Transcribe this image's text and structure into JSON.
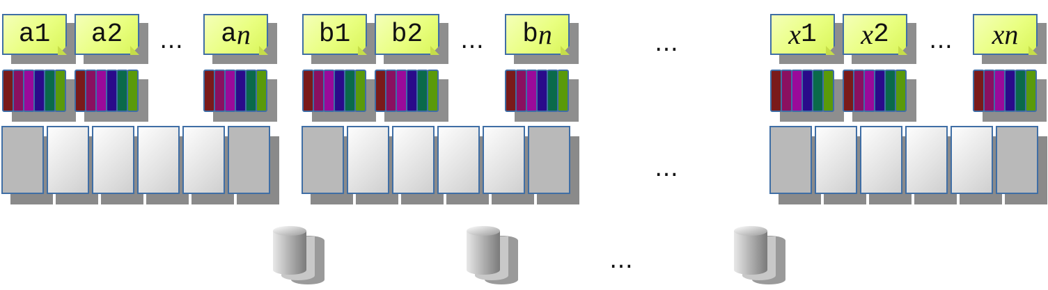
{
  "groups": [
    {
      "id": "a",
      "labels": [
        {
          "prefix": "a",
          "suffix": "1",
          "italic_prefix": false,
          "italic_suffix": false
        },
        {
          "prefix": "a",
          "suffix": "2",
          "italic_prefix": false,
          "italic_suffix": false
        },
        {
          "prefix": "a",
          "suffix": "n",
          "italic_prefix": false,
          "italic_suffix": true
        }
      ]
    },
    {
      "id": "b",
      "labels": [
        {
          "prefix": "b",
          "suffix": "1",
          "italic_prefix": false,
          "italic_suffix": false
        },
        {
          "prefix": "b",
          "suffix": "2",
          "italic_prefix": false,
          "italic_suffix": false
        },
        {
          "prefix": "b",
          "suffix": "n",
          "italic_prefix": false,
          "italic_suffix": true
        }
      ]
    },
    {
      "id": "x",
      "labels": [
        {
          "prefix": "x",
          "suffix": "1",
          "italic_prefix": true,
          "italic_suffix": false
        },
        {
          "prefix": "x",
          "suffix": "2",
          "italic_prefix": true,
          "italic_suffix": false
        },
        {
          "prefix": "x",
          "suffix": "n",
          "italic_prefix": true,
          "italic_suffix": true
        }
      ]
    }
  ],
  "ellipsis": "…",
  "colors": {
    "border": "#3f6ea5",
    "strip_colors": [
      "#7a1a1a",
      "#8a1060",
      "#9a0a9a",
      "#2a0a8a",
      "#0a6a4a",
      "#5a9a0a"
    ],
    "label_fill": "#eaff80",
    "shadow": "#8e8e8e"
  },
  "pages_per_group": 6,
  "page_shades": [
    "dark",
    "light",
    "light",
    "light",
    "light",
    "dark"
  ],
  "databases": 3
}
